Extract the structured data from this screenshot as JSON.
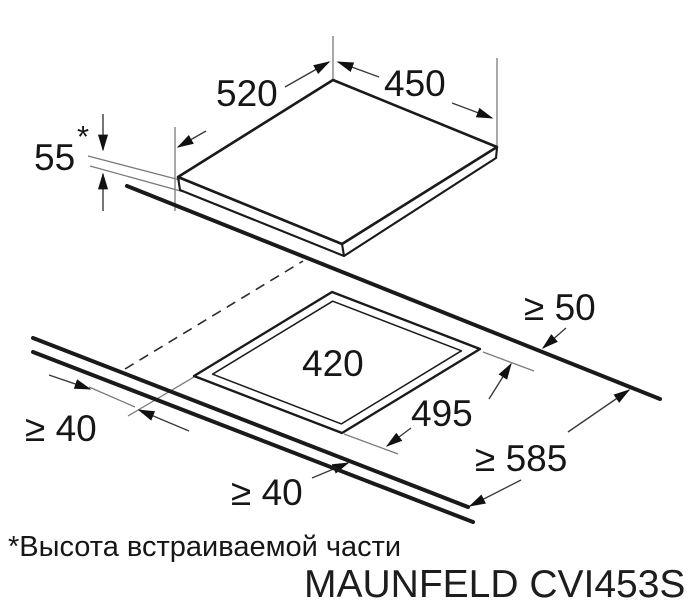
{
  "colors": {
    "background": "#ffffff",
    "drawing_ink": "#1a1a1a",
    "dimension_lines": "#3a3a3a",
    "reference_lines": "#7a7a7a"
  },
  "hob": {
    "width_mm": "520",
    "depth_mm": "450",
    "built_in_height_mm": "55",
    "footnote_marker": "*"
  },
  "cutout": {
    "width_mm": "420",
    "depth_mm": "495"
  },
  "clearances": {
    "rear_min": "≥ 50",
    "left_min": "≥ 40",
    "front_min": "≥ 40",
    "total_depth_min": "≥ 585"
  },
  "footnote": "*Высота встраиваемой части",
  "model": "MAUNFELD CVI453S"
}
